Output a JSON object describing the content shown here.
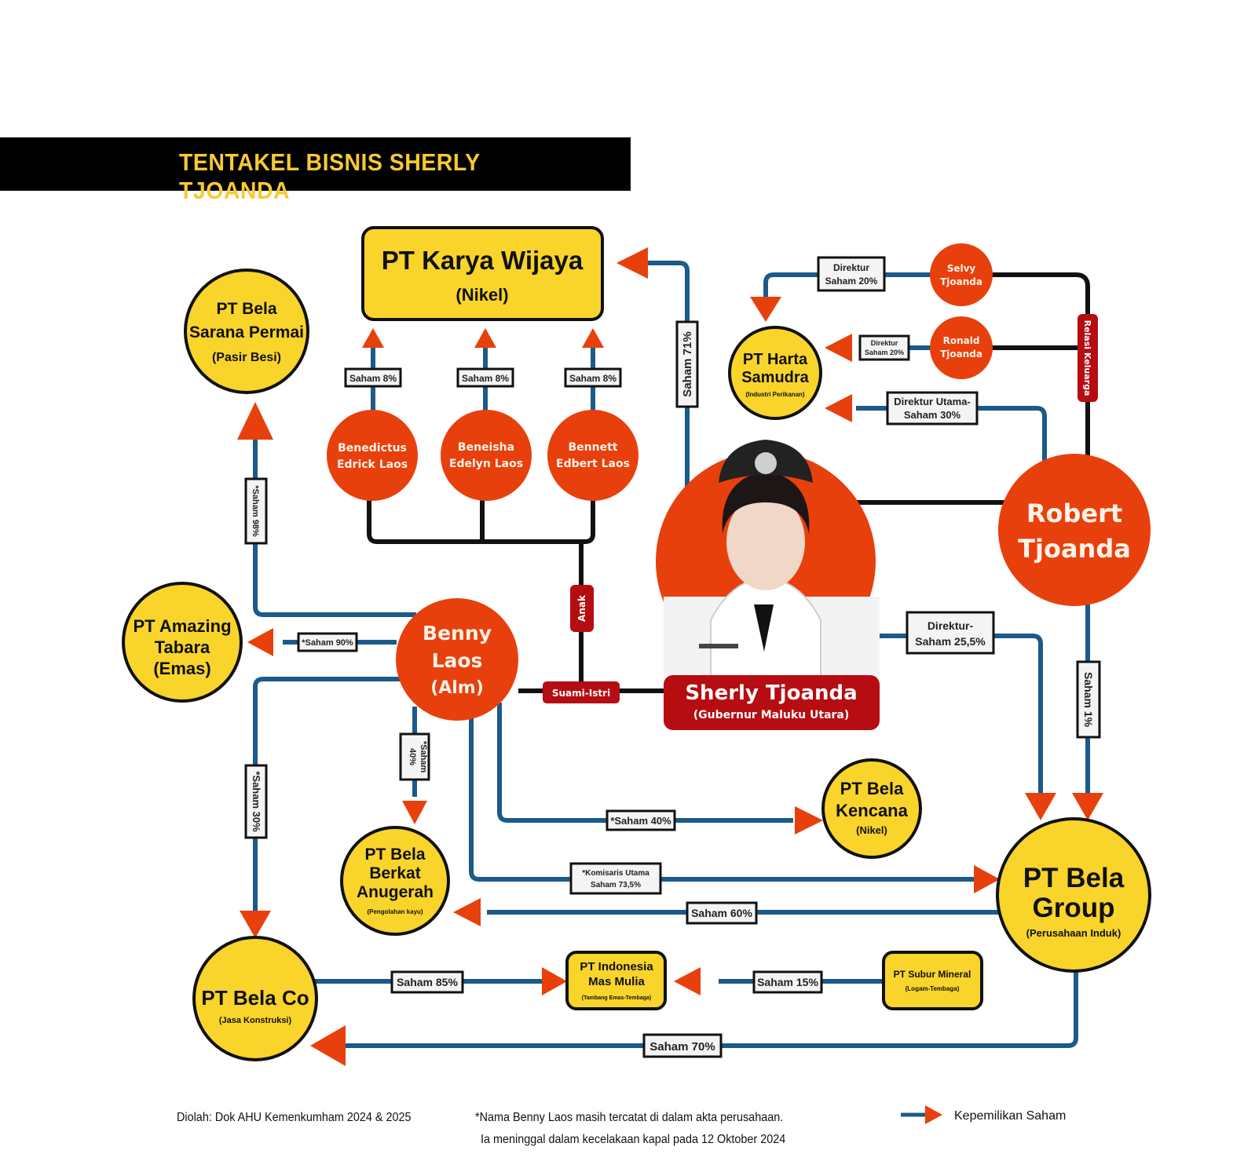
{
  "title": "TENTAKEL BISNIS SHERLY TJOANDA",
  "colors": {
    "company_fill": "#f9d42b",
    "person_fill": "#e8400c",
    "relation_fill": "#b50d12",
    "ownership_line": "#1b5a8a",
    "family_line": "#111111",
    "arrow": "#e8400c",
    "banner_bg": "#000000",
    "banner_text": "#f7c933"
  },
  "companies": {
    "karya_wijaya": {
      "name": "PT Karya Wijaya",
      "sector": "(Nikel)"
    },
    "bela_sarana_permai": {
      "name_lines": [
        "PT Bela",
        "Sarana Permai"
      ],
      "sector": "(Pasir Besi)"
    },
    "harta_samudra": {
      "name_lines": [
        "PT Harta",
        "Samudra"
      ],
      "sector": "(Industri Perikanan)"
    },
    "amazing_tabara": {
      "name_lines": [
        "PT Amazing",
        "Tabara",
        "(Emas)"
      ]
    },
    "bela_kencana": {
      "name_lines": [
        "PT Bela",
        "Kencana"
      ],
      "sector": "(Nikel)"
    },
    "bela_berkat_anugerah": {
      "name_lines": [
        "PT Bela",
        "Berkat",
        "Anugerah"
      ],
      "sector": "(Pengolahan kayu)"
    },
    "bela_group": {
      "name_lines": [
        "PT Bela",
        "Group"
      ],
      "sector": "(Perusahaan Induk)"
    },
    "bela_co": {
      "name": "PT Bela Co",
      "sector": "(Jasa Konstruksi)"
    },
    "indonesia_mas_mulia": {
      "name_lines": [
        "PT Indonesia",
        "Mas Mulia"
      ],
      "sector": "(Tambang Emas-Tembaga)"
    },
    "subur_mineral": {
      "name": "PT Subur Mineral",
      "sector": "(Logam-Tembaga)"
    }
  },
  "people": {
    "benedictus": {
      "name_lines": [
        "Benedictus",
        "Edrick Laos"
      ]
    },
    "beneisha": {
      "name_lines": [
        "Beneisha",
        "Edelyn Laos"
      ]
    },
    "bennett": {
      "name_lines": [
        "Bennett",
        "Edbert Laos"
      ]
    },
    "benny": {
      "name_lines": [
        "Benny",
        "Laos",
        "(Alm)"
      ]
    },
    "selvy": {
      "name_lines": [
        "Selvy",
        "Tjoanda"
      ]
    },
    "ronald": {
      "name_lines": [
        "Ronald",
        "Tjoanda"
      ]
    },
    "robert": {
      "name_lines": [
        "Robert",
        "Tjoanda"
      ]
    },
    "sherly": {
      "name": "Sherly Tjoanda",
      "role": "(Gubernur Maluku Utara)"
    }
  },
  "relations": {
    "anak": "Anak",
    "suami_istri": "Suami-Istri",
    "relasi_keluarga": "Relasi Keluarga"
  },
  "edge_labels": {
    "benedictus_karya": "Saham 8%",
    "beneisha_karya": "Saham 8%",
    "bennett_karya": "Saham 8%",
    "sherly_karya": "Saham 71%",
    "benny_sarana": "*Saham 98%",
    "benny_amazing": "*Saham 90%",
    "benny_belaco": "*Saham 30%",
    "benny_berkat": [
      "*Saham",
      "40%"
    ],
    "benny_kencana": "*Saham 40%",
    "benny_group": [
      "*Komisaris Utama",
      "Saham 73,5%"
    ],
    "group_berkat": "Saham 60%",
    "belaco_mas_mulia": "Saham 85%",
    "subur_mas_mulia": "Saham 15%",
    "group_belaco": "Saham 70%",
    "selvy_harta": [
      "Direktur",
      "Saham 20%"
    ],
    "ronald_harta": [
      "Direktur",
      "Saham 20%"
    ],
    "robert_harta": [
      "Direktur Utama-",
      "Saham 30%"
    ],
    "sherly_group": [
      "Direktur-",
      "Saham 25,5%"
    ],
    "robert_group": "Saham 1%"
  },
  "footer": {
    "source": "Diolah: Dok AHU Kemenkumham 2024 & 2025",
    "note_line1": "*Nama Benny Laos masih tercatat di dalam akta perusahaan.",
    "note_line2": "Ia meninggal dalam kecelakaan kapal pada 12 Oktober 2024",
    "legend_label": "Kepemilikan Saham"
  }
}
